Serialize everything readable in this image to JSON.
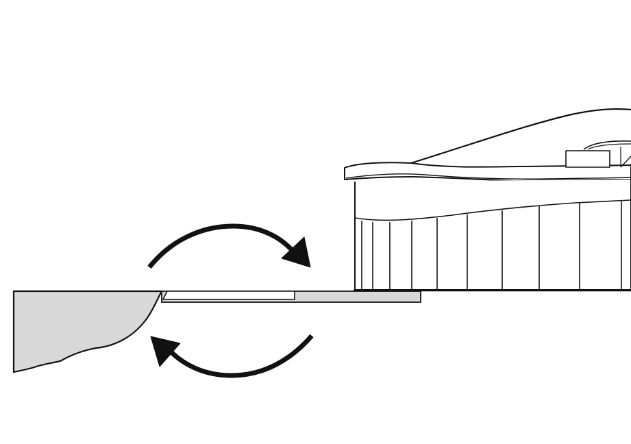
{
  "diagram": {
    "kind": "architectural section sketch",
    "colors": {
      "line": "#111111",
      "ground_fill": "#d9d9d9",
      "background": "#ffffff"
    },
    "elements": [
      "terrain-section",
      "pier-platform",
      "building-section",
      "circulation-arrow-top",
      "circulation-arrow-bottom"
    ]
  }
}
